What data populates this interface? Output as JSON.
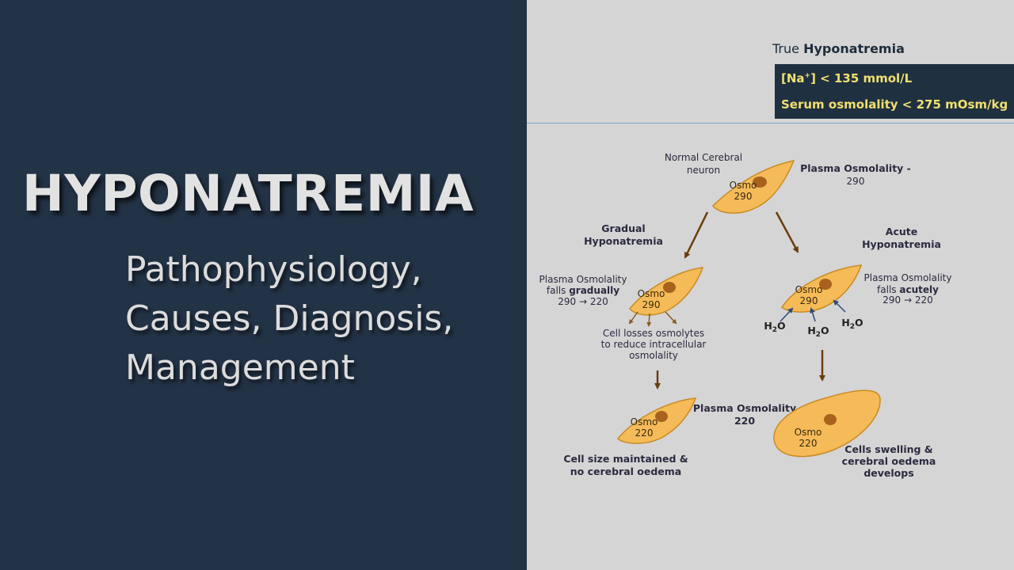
{
  "slide": {
    "title": "HYPONATREMIA",
    "subtitle_lines": [
      "Pathophysiology,",
      "Causes, Diagnosis,",
      "Management"
    ]
  },
  "criteria": {
    "heading_prefix": "True ",
    "heading_bold": "Hyponatremia",
    "line1_pre": "[Na",
    "line1_sup": "+",
    "line1_post": "] < 135 mmol/L",
    "line2": "Serum osmolality < 275 mOsm/kg"
  },
  "diagram": {
    "normal_label": [
      "Normal Cerebral",
      "neuron"
    ],
    "plasma_top": [
      "Plasma Osmolality -",
      "290"
    ],
    "gradual_title": [
      "Gradual",
      "Hyponatremia"
    ],
    "acute_title": [
      "Acute",
      "Hyponatremia"
    ],
    "gradual_falls": {
      "line1": "Plasma Osmolality",
      "line2_pre": "falls ",
      "line2_bold": "gradually",
      "line3": "290 → 220"
    },
    "acute_falls": {
      "line1": "Plasma Osmolality",
      "line2_pre": "falls ",
      "line2_bold": "acutely",
      "line3": "290 → 220"
    },
    "osmolytes_label": [
      "Cell losses osmolytes",
      "to reduce intracellular",
      "osmolality"
    ],
    "plasma_mid": [
      "Plasma Osmolality",
      "220"
    ],
    "maintained_label": [
      "Cell size maintained &",
      "no cerebral oedema"
    ],
    "swelling_label": [
      "Cells swelling &",
      "cerebral oedema",
      "develops"
    ],
    "osmo_word": "Osmo",
    "val_290": "290",
    "val_220": "220",
    "h2o_base": "H",
    "h2o_sub": "2",
    "h2o_end": "O"
  },
  "colors": {
    "left_panel": "#233346",
    "cell_fill": "#f5bb58",
    "cell_stroke": "#c98a22",
    "nucleus": "#a8621c",
    "arrow_brown": "#6b3d0e",
    "arrow_blue": "#2f4a78",
    "criteria_text": "#f0e070"
  }
}
